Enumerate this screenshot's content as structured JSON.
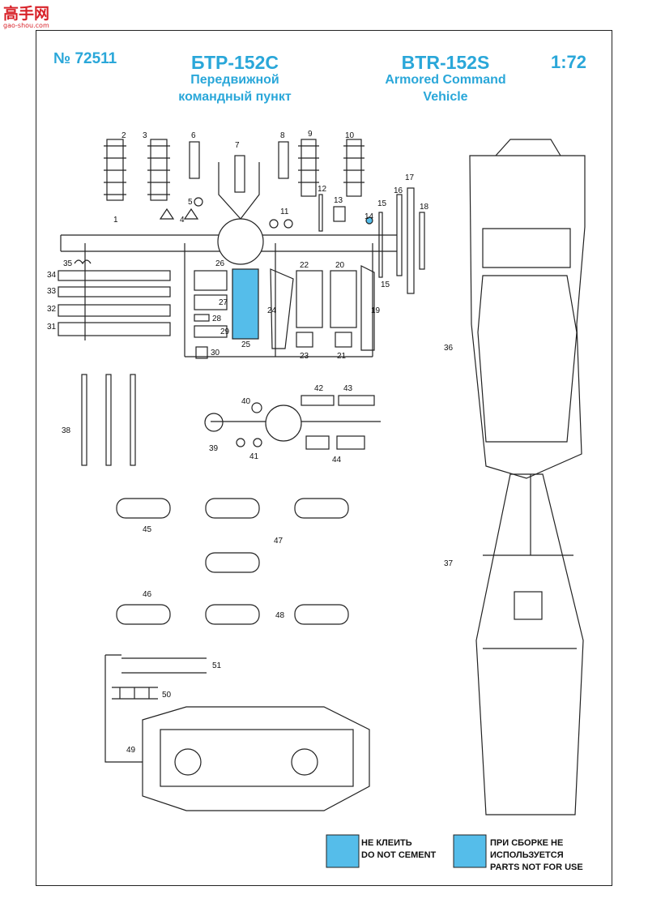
{
  "watermark": {
    "brand": "高手网",
    "url": "gao-shou.com"
  },
  "header": {
    "catalog_no": "№ 72511",
    "ru_title": "БТР-152С",
    "ru_sub1": "Передвижной",
    "ru_sub2": "командный пункт",
    "en_title": "BTR-152S",
    "en_sub1": "Armored Command",
    "en_sub2": "Vehicle",
    "scale": "1:72"
  },
  "part_numbers": [
    "1",
    "2",
    "3",
    "4",
    "5",
    "6",
    "7",
    "8",
    "9",
    "10",
    "11",
    "12",
    "13",
    "14",
    "15",
    "15",
    "16",
    "17",
    "18",
    "19",
    "20",
    "21",
    "22",
    "23",
    "24",
    "25",
    "26",
    "27",
    "28",
    "29",
    "30",
    "31",
    "32",
    "33",
    "34",
    "35",
    "36",
    "37",
    "38",
    "39",
    "40",
    "41",
    "42",
    "43",
    "44",
    "45",
    "46",
    "47",
    "48",
    "49",
    "50",
    "51"
  ],
  "legend": {
    "no_cement_ru": "НЕ КЛЕИТЬ",
    "no_cement_en": "DO NOT CEMENT",
    "not_used_ru1": "ПРИ СБОРКЕ НЕ",
    "not_used_ru2": "ИСПОЛЬЗУЕТСЯ",
    "not_used_en": "PARTS NOT FOR USE"
  },
  "colors": {
    "accent": "#2aa7d9",
    "highlight": "#55bdea",
    "line": "#222222",
    "watermark": "#d8232a"
  }
}
